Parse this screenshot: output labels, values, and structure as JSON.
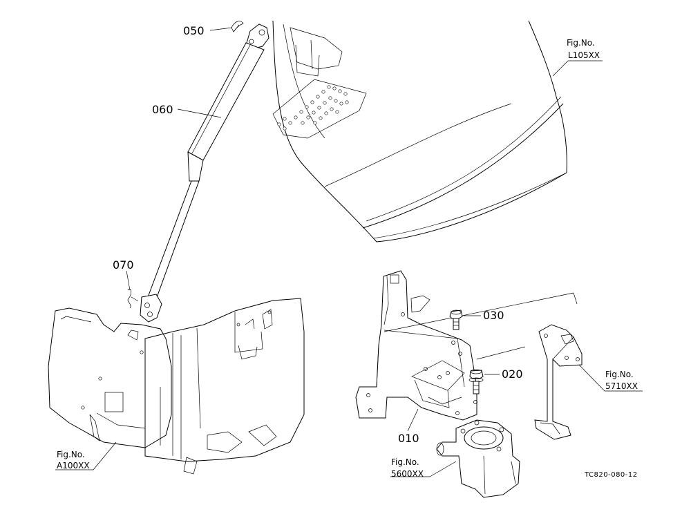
{
  "parts": {
    "p050": "050",
    "p060": "060",
    "p070": "070",
    "p030": "030",
    "p020": "020",
    "p010": "010"
  },
  "figure_refs": {
    "l105": {
      "line1": "Fig.No.",
      "line2": "L105XX"
    },
    "a100": {
      "line1": "Fig.No.",
      "line2": "A100XX"
    },
    "s5710": {
      "line1": "Fig.No.",
      "line2": "5710XX"
    },
    "s5600": {
      "line1": "Fig.No.",
      "line2": "5600XX"
    }
  },
  "drawing_code": "TC820-080-12"
}
